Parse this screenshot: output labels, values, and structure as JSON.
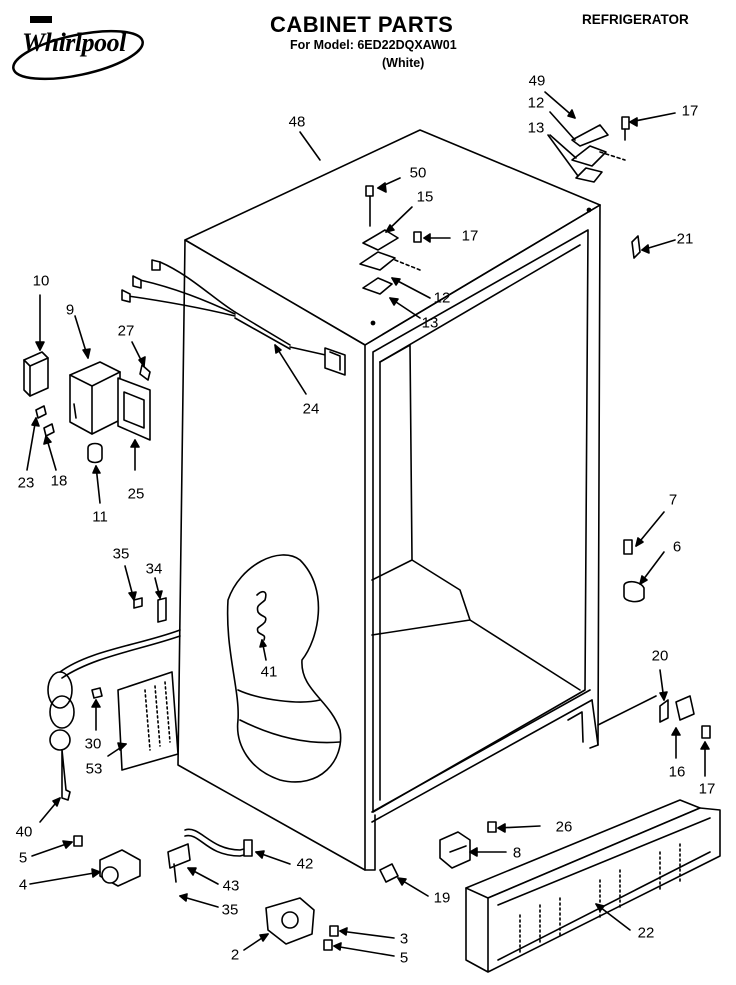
{
  "header": {
    "brand": "Whirlpool",
    "title": "CABINET PARTS",
    "model_line": "For Model: 6ED22DQXAW01",
    "color_line": "(White)",
    "category": "REFRIGERATOR"
  },
  "callouts": {
    "c48": "48",
    "c49": "49",
    "c12a": "12",
    "c13a": "13",
    "c17a": "17",
    "c50": "50",
    "c15": "15",
    "c17b": "17",
    "c21": "21",
    "c12b": "12",
    "c13b": "13",
    "c10": "10",
    "c9": "9",
    "c27": "27",
    "c24": "24",
    "c23": "23",
    "c18": "18",
    "c25": "25",
    "c11": "11",
    "c7": "7",
    "c6": "6",
    "c35a": "35",
    "c34": "34",
    "c41": "41",
    "c20": "20",
    "c30": "30",
    "c53": "53",
    "c16": "16",
    "c17c": "17",
    "c40": "40",
    "c26": "26",
    "c5a": "5",
    "c8": "8",
    "c42": "42",
    "c4": "4",
    "c43": "43",
    "c19": "19",
    "c35b": "35",
    "c22": "22",
    "c3": "3",
    "c2": "2",
    "c5b": "5"
  }
}
